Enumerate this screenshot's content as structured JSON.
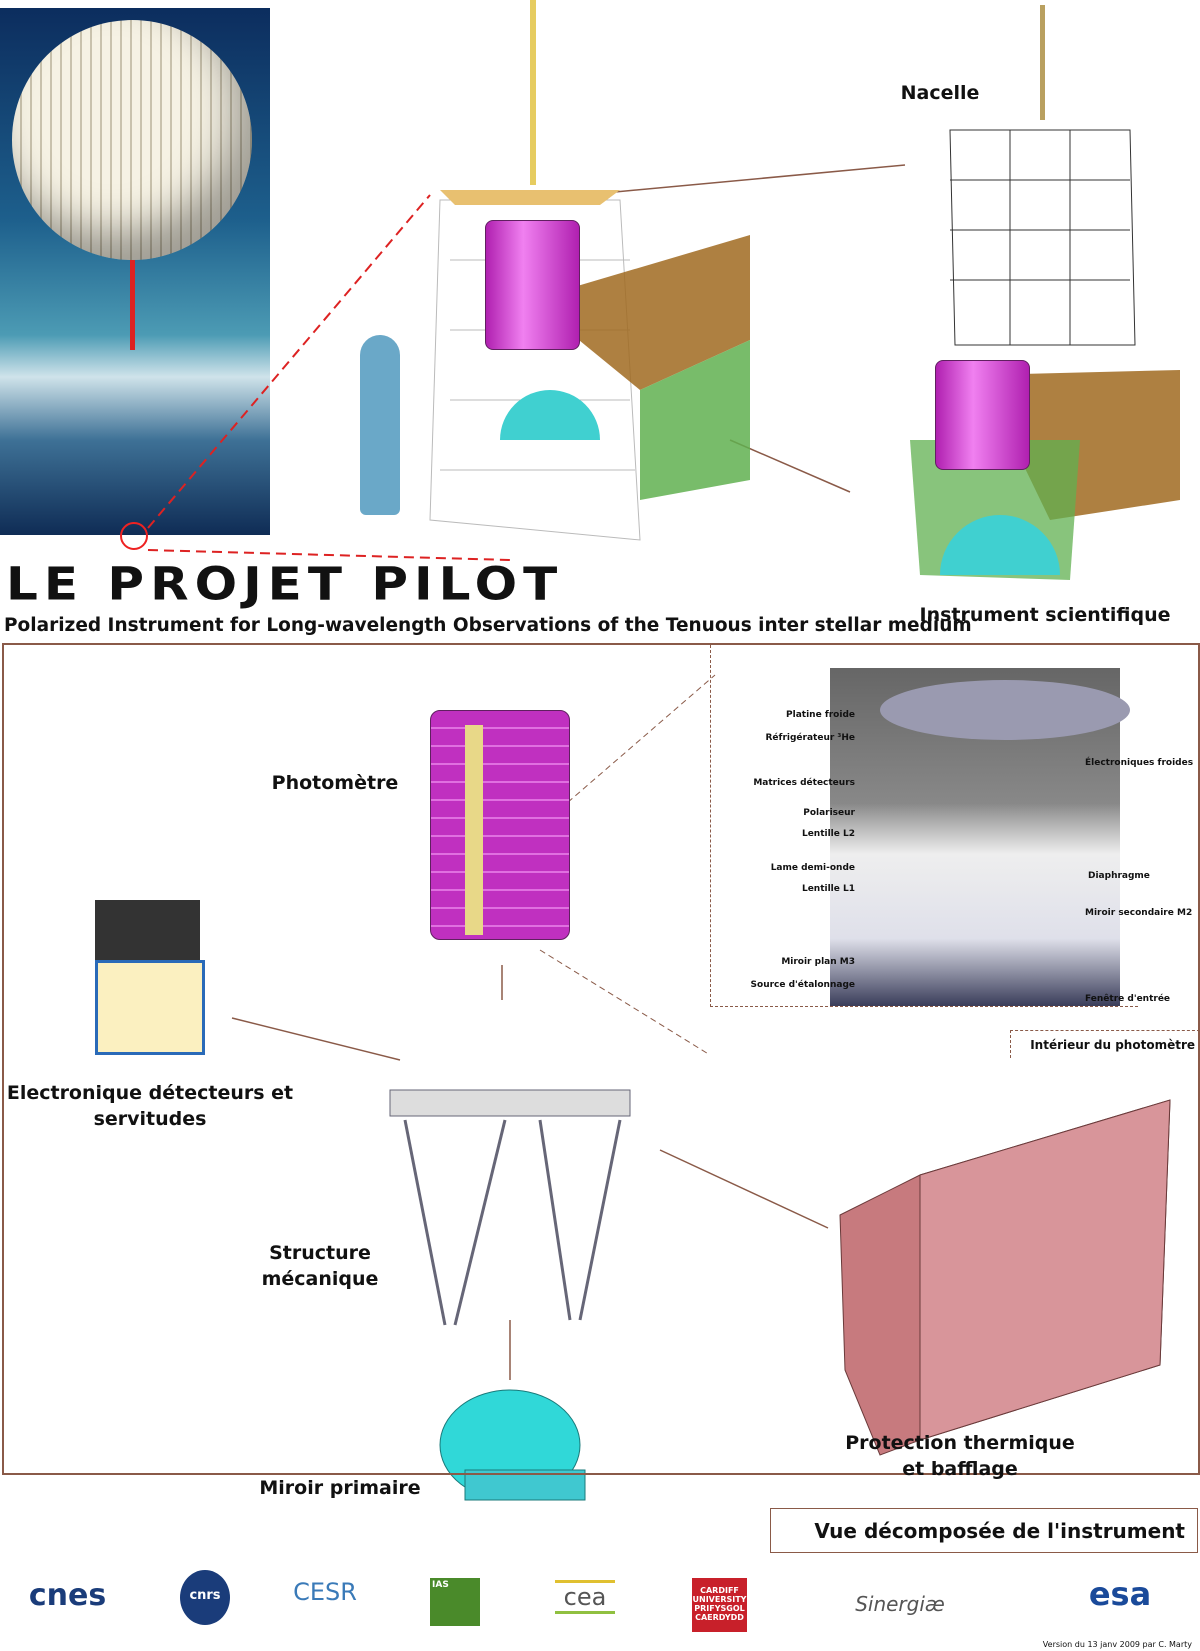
{
  "title": "LE PROJET PILOT",
  "subtitle": "Polarized Instrument for Long-wavelength Observations of the Tenuous inter stellar medium",
  "top_labels": {
    "nacelle": "Nacelle",
    "instrument": "Instrument scientifique"
  },
  "exploded": {
    "photometre": "Photomètre",
    "electronique": "Electronique détecteurs et servitudes",
    "structure": "Structure mécanique",
    "miroir": "Miroir primaire",
    "protection": "Protection thermique et bafflage",
    "caption": "Vue décomposée de l'instrument"
  },
  "interior": {
    "caption": "Intérieur du photomètre",
    "labels_left": [
      "Platine froide",
      "Réfrigérateur ³He",
      "Matrices détecteurs",
      "Polariseur",
      "Lentille L2",
      "Lame demi-onde",
      "Lentille L1",
      "Miroir plan M3",
      "Source d'étalonnage"
    ],
    "labels_right": [
      "Électroniques froides",
      "Diaphragme",
      "Miroir secondaire M2",
      "Fenêtre d'entrée"
    ]
  },
  "logos": [
    "cnes",
    "cnrs",
    "CESR",
    "IAS",
    "cea",
    "CARDIFF UNIVERSITY PRIFYSGOL CAERDYDD",
    "Sinergiæ",
    "esa"
  ],
  "version": "Version du 13 janv 2009 par C. Marty",
  "colors": {
    "accent": "#8a5a48",
    "photometer": "#d040d0",
    "baffle": "#c77a7e",
    "mirror": "#30d8d8"
  }
}
